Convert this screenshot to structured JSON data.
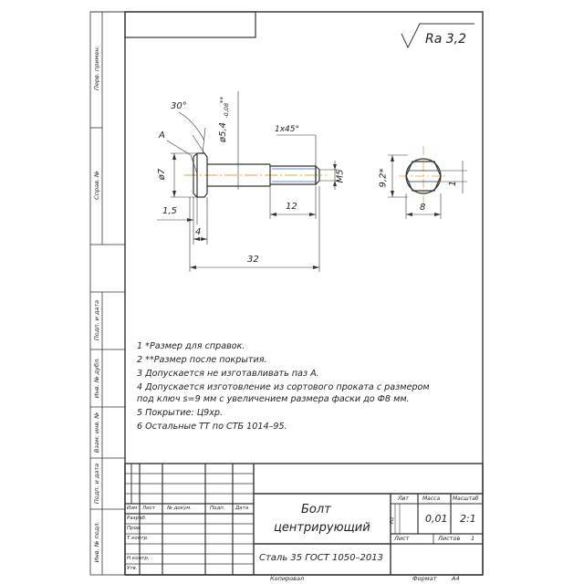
{
  "roughness": "Ra 3,2",
  "side_labels": {
    "perv_primen": "Перв. примен.",
    "sprav_no": "Справ. №",
    "podp_data_1": "Подп. и дата",
    "inv_dubl": "Инв. № дубл.",
    "vzam_inv": "Взам. инв. №",
    "podp_data_2": "Подп. и дата",
    "inv_podl": "Инв. № подл."
  },
  "dimensions": {
    "angle": "30°",
    "label_a": "A",
    "dia_head": "ø7",
    "dia_body": "ø5,4",
    "dia_body_tol": "-0,08",
    "dia_body_stars": "**",
    "chamfer": "1x45°",
    "thread": "M5",
    "len_thread": "12",
    "len_head": "1,5",
    "len_4": "4",
    "len_total": "32",
    "hex_dim": "9,2*",
    "hex_width": "8",
    "hex_1": "1"
  },
  "notes": [
    "1  *Размер для справок.",
    "2  **Размер после покрытия.",
    "3  Допускается не изготавливать паз А.",
    "4  Допускается изготовление из сортового проката с размером",
    "под ключ s=9 мм с увеличением размера фаски до Ф8 мм.",
    "5  Покрытие: Ц9хр.",
    "6  Остальные ТТ по СТБ 1014–95."
  ],
  "title_block": {
    "name_line1": "Болт",
    "name_line2": "центрирующий",
    "material": "Сталь 35 ГОСТ 1050–2013",
    "col_lit": "Лит",
    "col_massa": "Масса",
    "col_masshtab": "Масштаб",
    "massa": "0,01",
    "masshtab": "2:1",
    "lit_mark": "РЦ",
    "list_label": "Лист",
    "listov_label": "Листов",
    "listov_value": "1",
    "row_izm": "Изм",
    "row_list": "Лист",
    "row_ndokum": "№ докум.",
    "row_podp": "Подп.",
    "row_data": "Дата",
    "razrab": "Разраб.",
    "prov": "Пров.",
    "t_kontr": "Т.контр.",
    "n_kontr": "Н.контр.",
    "utv": "Утв.",
    "kopiroval": "Копировал",
    "format": "Формат",
    "format_value": "А4"
  },
  "colors": {
    "line": "#333333",
    "axis": "#e8a13a",
    "paper": "#ffffff"
  }
}
